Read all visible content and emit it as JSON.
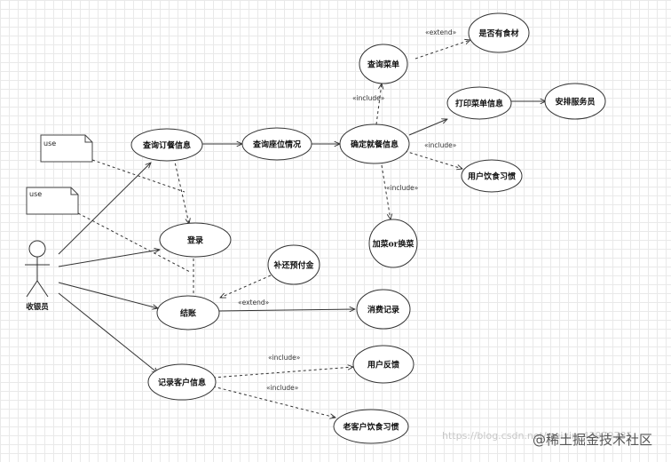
{
  "actor": {
    "label": "收银员"
  },
  "use_cases": {
    "query_order": "查询订餐信息",
    "query_seat": "查询座位情况",
    "confirm_meal": "确定就餐信息",
    "query_menu": "查询菜单",
    "check_stock": "是否有食材",
    "print_menu": "打印菜单信息",
    "arrange_waiter": "安排服务员",
    "user_habits": "用户饮食习惯",
    "add_or_swap": "加菜or换菜",
    "login": "登录",
    "late_payment": "补还预付金",
    "checkout": "结账",
    "consumption_record": "消费记录",
    "record_customer": "记录客户信息",
    "user_feedback": "用户反馈",
    "old_customer_habits": "老客户饮食习惯"
  },
  "stereotypes": {
    "extend": "«extend»",
    "include": "«include»"
  },
  "notes": {
    "use_1": "use",
    "use_2": "use"
  },
  "watermark": "https://blog.csdn.net/weixin_43979785",
  "brand": "@稀土掘金技术社区"
}
